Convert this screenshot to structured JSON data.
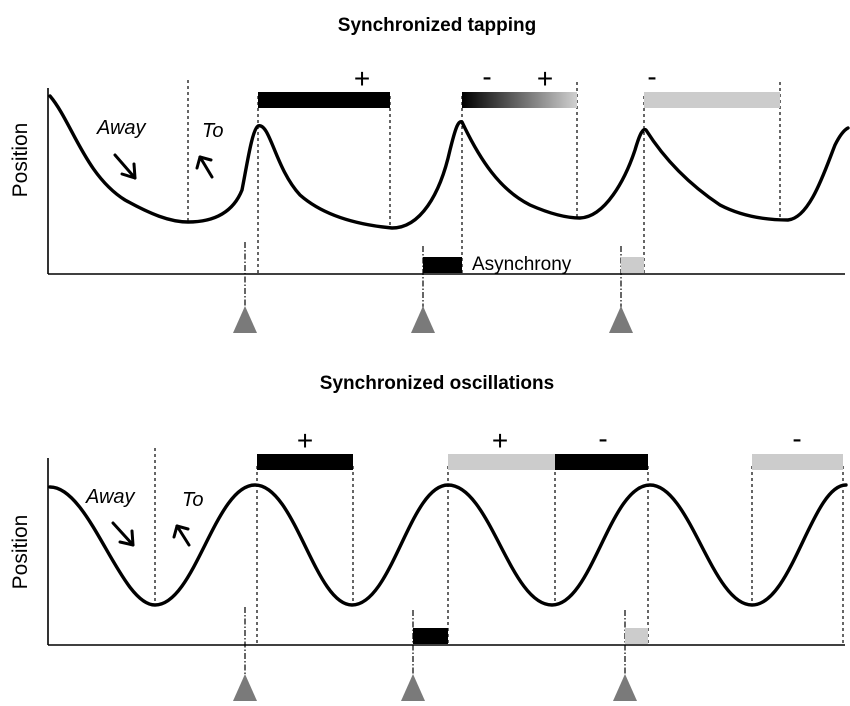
{
  "panels": [
    {
      "title": "Synchronized tapping",
      "ylabel": "Position",
      "away_label": "Away",
      "to_label": "To",
      "asynchrony_label": "Asynchrony",
      "signs": [
        "+",
        "-",
        "+",
        "-"
      ],
      "colors": {
        "black": "#000000",
        "gray": "#cccccc",
        "triangle": "#7a7a7a"
      }
    },
    {
      "title": "Synchronized oscillations",
      "ylabel": "Position",
      "away_label": "Away",
      "to_label": "To",
      "signs": [
        "+",
        "+",
        "-",
        "-"
      ],
      "colors": {
        "black": "#000000",
        "gray": "#cccccc",
        "triangle": "#7a7a7a"
      }
    }
  ]
}
